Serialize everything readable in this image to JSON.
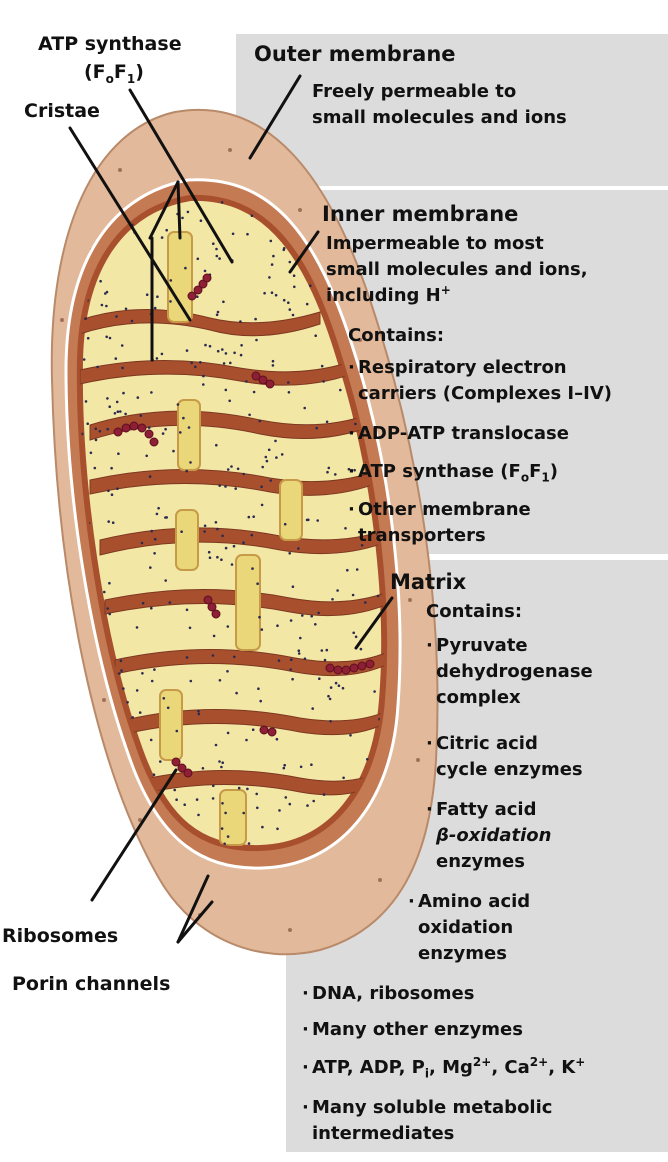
{
  "labels": {
    "atp_synthase": "ATP synthase",
    "atp_synthase_formula": {
      "open": "(F",
      "o_sub": "o",
      "f": "F",
      "one_sub": "1",
      "close": ")"
    },
    "cristae": "Cristae",
    "ribosomes": "Ribosomes",
    "porin_channels": "Porin channels"
  },
  "outer_membrane": {
    "title": "Outer membrane",
    "desc_lines": [
      "Freely permeable to",
      "small molecules and ions"
    ]
  },
  "inner_membrane": {
    "title": "Inner membrane",
    "desc_lines": [
      "Impermeable to most",
      "small molecules and ions,",
      "including H"
    ],
    "h_plus": "+",
    "contains": "Contains:",
    "items": [
      {
        "lines": [
          "Respiratory electron",
          "carriers (Complexes I–IV)"
        ]
      },
      {
        "lines": [
          "ADP-ATP translocase"
        ]
      },
      {
        "lines": [
          "Other membrane",
          "transporters"
        ]
      }
    ],
    "atp_item": {
      "text": "ATP synthase (F",
      "o_sub": "o",
      "f": "F",
      "one_sub": "1",
      "close": ")"
    }
  },
  "matrix": {
    "title": "Matrix",
    "contains": "Contains:",
    "items": [
      {
        "lines": [
          "Pyruvate",
          "dehydrogenase",
          "complex"
        ]
      },
      {
        "lines": [
          "Citric acid",
          "cycle enzymes"
        ]
      },
      {
        "lines": [
          "Fatty acid",
          "β-oxidation",
          "enzymes"
        ]
      },
      {
        "lines": [
          "Amino acid",
          "oxidation",
          "enzymes"
        ]
      },
      {
        "lines": [
          "DNA, ribosomes"
        ]
      },
      {
        "lines": [
          "Many other enzymes"
        ]
      },
      {
        "lines": [
          "Many soluble metabolic",
          "intermediates"
        ]
      }
    ],
    "ions_item": {
      "atp_adp_p": "ATP, ADP, P",
      "i_sub": "i",
      "mg": ", Mg",
      "mg_sup": "2+",
      "ca": ", Ca",
      "ca_sup": "2+",
      "k": ", K",
      "k_sup": "+"
    }
  },
  "colors": {
    "panel": "#dcdcdc",
    "outer_membrane": "#e2b99a",
    "intermembrane_edge": "#b86a42",
    "inner_membrane": "#a8502e",
    "matrix": "#f3e7a6",
    "crista_fill": "#e9d77a",
    "ribosome": "#8e1f35"
  }
}
